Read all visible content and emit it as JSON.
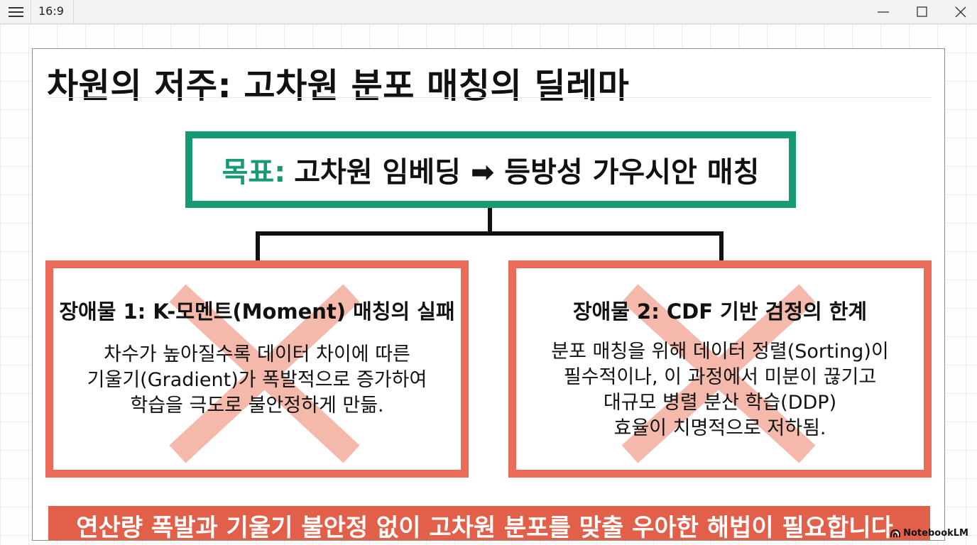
{
  "window": {
    "menu_icon": "hamburger-icon",
    "aspect_ratio": "16:9",
    "controls": [
      "minimize-icon",
      "maximize-icon",
      "close-icon"
    ]
  },
  "slide": {
    "title": "차원의 저주: 고차원 분포 매칭의 딜레마",
    "goal": {
      "label": "목표:",
      "text": "고차원 임베딩 ➡ 등방성 가우시안 매칭"
    },
    "obstacles": [
      {
        "heading": "장애물 1: K-모멘트(Moment) 매칭의 실패",
        "lines": [
          "차수가 높아질수록 데이터 차이에 따른",
          "기울기(Gradient)가 폭발적으로 증가하여",
          "학습을 극도로 불안정하게 만듦."
        ]
      },
      {
        "heading": "장애물 2: CDF 기반 검정의 한계",
        "lines": [
          "분포 매칭을 위해 데이터 정렬(Sorting)이",
          "필수적이나, 이 과정에서 미분이 끊기고",
          "대규모 병렬 분산 학습(DDP)",
          "효율이 치명적으로 저하됨."
        ]
      }
    ],
    "banner": "연산량 폭발과 기울기 불안정 없이 고차원 분포를 맞출 우아한 해법이 필요합니다."
  },
  "watermark": "NotebookLM",
  "colors": {
    "goal_green": "#169a74",
    "obstacle_red": "#ea6b57",
    "x_mark": "#f4b9aa",
    "banner_red": "#e2604a"
  }
}
